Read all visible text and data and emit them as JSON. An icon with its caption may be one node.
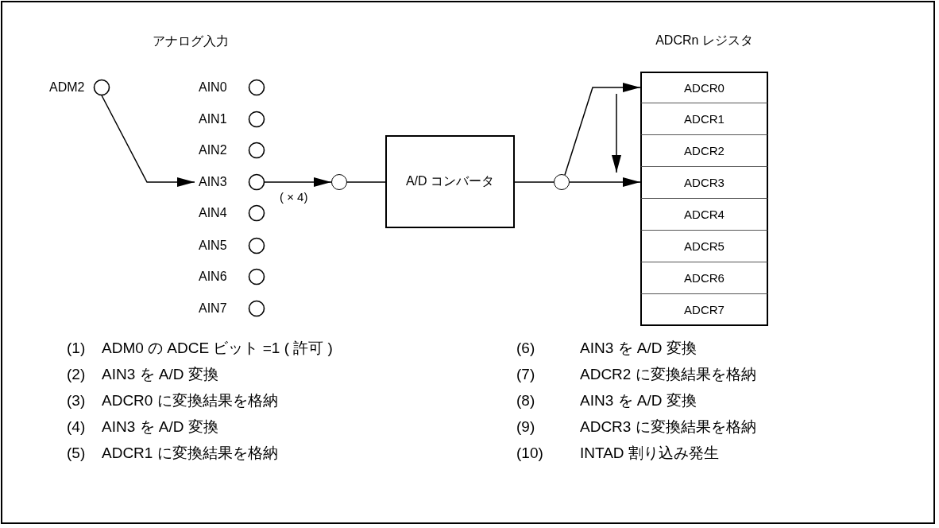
{
  "diagram": {
    "nodes": [
      {
        "text": [],
        "shape": "circle",
        "beside": [
          "ADM2"
        ]
      },
      {
        "text": [],
        "shape": "circle",
        "beside": [
          "AIN0"
        ]
      },
      {
        "text": [],
        "shape": "circle",
        "beside": [
          "AIN1"
        ]
      },
      {
        "text": [],
        "shape": "circle",
        "beside": [
          "AIN2"
        ]
      },
      {
        "text": [],
        "shape": "circle",
        "beside": [
          "AIN3"
        ]
      },
      {
        "text": [],
        "shape": "circle",
        "beside": [
          "AIN4"
        ]
      },
      {
        "text": [],
        "shape": "circle",
        "beside": [
          "AIN5"
        ]
      },
      {
        "text": [],
        "shape": "circle",
        "beside": [
          "AIN6"
        ]
      },
      {
        "text": [],
        "shape": "circle",
        "beside": [
          "AIN7"
        ]
      },
      {
        "text": [],
        "shape": "circle"
      },
      {
        "text": [
          "A/D コンバータ"
        ]
      },
      {
        "text": [],
        "shape": "circle"
      },
      {
        "text": [
          "ADCRn レジスタ"
        ]
      },
      {
        "text": [
          "ADCR0"
        ],
        "in": 12
      },
      {
        "text": [
          "ADCR1"
        ],
        "in": 12
      },
      {
        "text": [
          "ADCR2"
        ],
        "in": 12
      },
      {
        "text": [
          "ADCR3"
        ],
        "in": 12
      },
      {
        "text": [
          "ADCR4"
        ],
        "in": 12
      },
      {
        "text": [
          "ADCR5"
        ],
        "in": 12
      },
      {
        "text": [
          "ADCR6"
        ],
        "in": 12
      },
      {
        "text": [
          "ADCR7"
        ],
        "in": 12
      }
    ],
    "edges": [
      {
        "from": 0,
        "to": 4,
        "arrow": "to"
      },
      {
        "from": 4,
        "to": 9,
        "arrow": "to",
        "label": "( × 4)"
      },
      {
        "from": 9,
        "to": 10,
        "arrow": "none"
      },
      {
        "from": 10,
        "to": 11,
        "arrow": "none"
      },
      {
        "from": 11,
        "to": 13,
        "arrow": "to"
      },
      {
        "from": 11,
        "to": 16,
        "arrow": "to"
      }
    ],
    "labels": [
      "アナログ入力",
      "(1)",
      "ADM0 の ADCE ビット =1 ( 許可 )",
      "(6)",
      "AIN3 を A/D 変換",
      "(2)",
      "AIN3 を A/D 変換",
      "(7)",
      "ADCR2 に変換結果を格納",
      "(3)",
      "ADCR0 に変換結果を格納",
      "(8)",
      "AIN3 を A/D 変換",
      "(4)",
      "AIN3 を A/D 変換",
      "(9)",
      "ADCR3 に変換結果を格納",
      "(5)",
      "ADCR1 に変換結果を格納",
      "(10)",
      "INTAD 割り込み発生"
    ]
  }
}
